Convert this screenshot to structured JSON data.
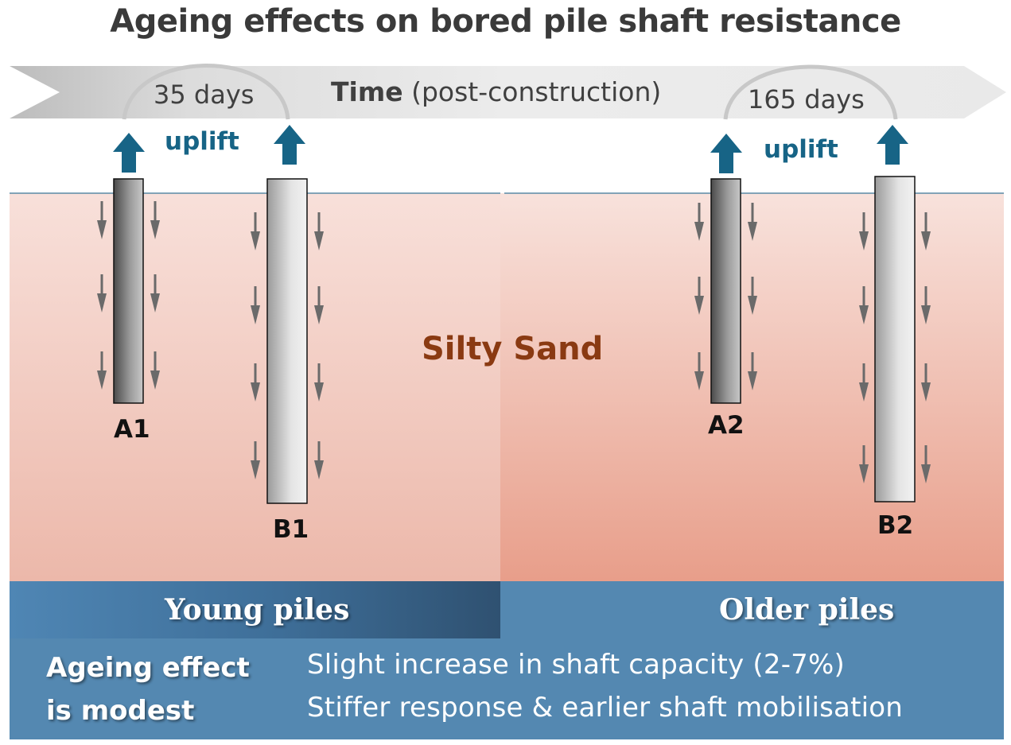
{
  "title": "Ageing effects on bored pile shaft resistance",
  "timeline": {
    "label_bold": "Time",
    "label_rest": "(post-construction)",
    "young_age": "35 days",
    "older_age": "165 days"
  },
  "load": {
    "young_label": "uplift",
    "older_label": "uplift"
  },
  "soil": {
    "name": "Silty Sand"
  },
  "piles": [
    {
      "id": "A1"
    },
    {
      "id": "B1"
    },
    {
      "id": "A2"
    },
    {
      "id": "B2"
    }
  ],
  "groups": {
    "young": "Young piles",
    "older": "Older piles"
  },
  "summary": {
    "effect_line1": "Ageing effect",
    "effect_line2": "is modest",
    "finding1": "Slight increase in shaft capacity (2-7%)",
    "finding2": "Stiffer response & earlier shaft mobilisation"
  },
  "colors": {
    "arrow": "#176486",
    "soil_top": "#f7dcd6",
    "soil_bottom_older": "#e8a08c",
    "band": "#5488b1",
    "soil_label": "#8a3a12"
  }
}
